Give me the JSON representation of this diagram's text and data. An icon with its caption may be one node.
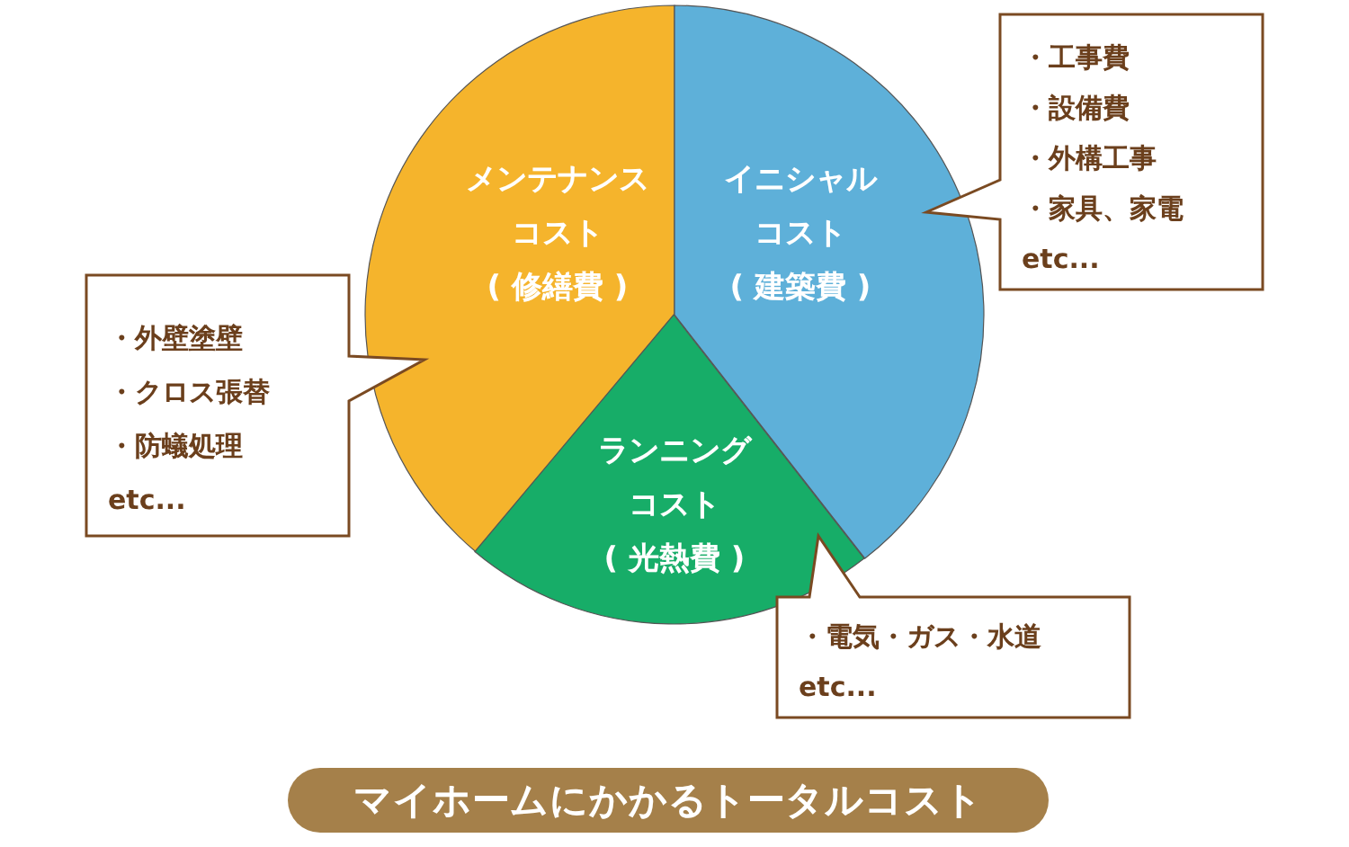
{
  "diagram": {
    "title": "マイホームにかかるトータルコスト",
    "nodes": [
      {
        "text": [
          "メンテナンスコスト",
          "( 修繕費 )"
        ]
      },
      {
        "text": [
          "イニシャルコスト",
          "( 建築費 )"
        ]
      },
      {
        "text": [
          "ランニングコスト",
          "( 光熱費 )"
        ]
      },
      {
        "text": [
          "・外壁塗壁",
          "・クロス張替",
          "・防蟻処理",
          "etc..."
        ]
      },
      {
        "text": [
          "・工事費",
          "・設備費",
          "・外構工事",
          "・家具、家電",
          "etc..."
        ]
      },
      {
        "text": [
          "・電気・ガス・水道",
          "etc..."
        ]
      }
    ]
  }
}
